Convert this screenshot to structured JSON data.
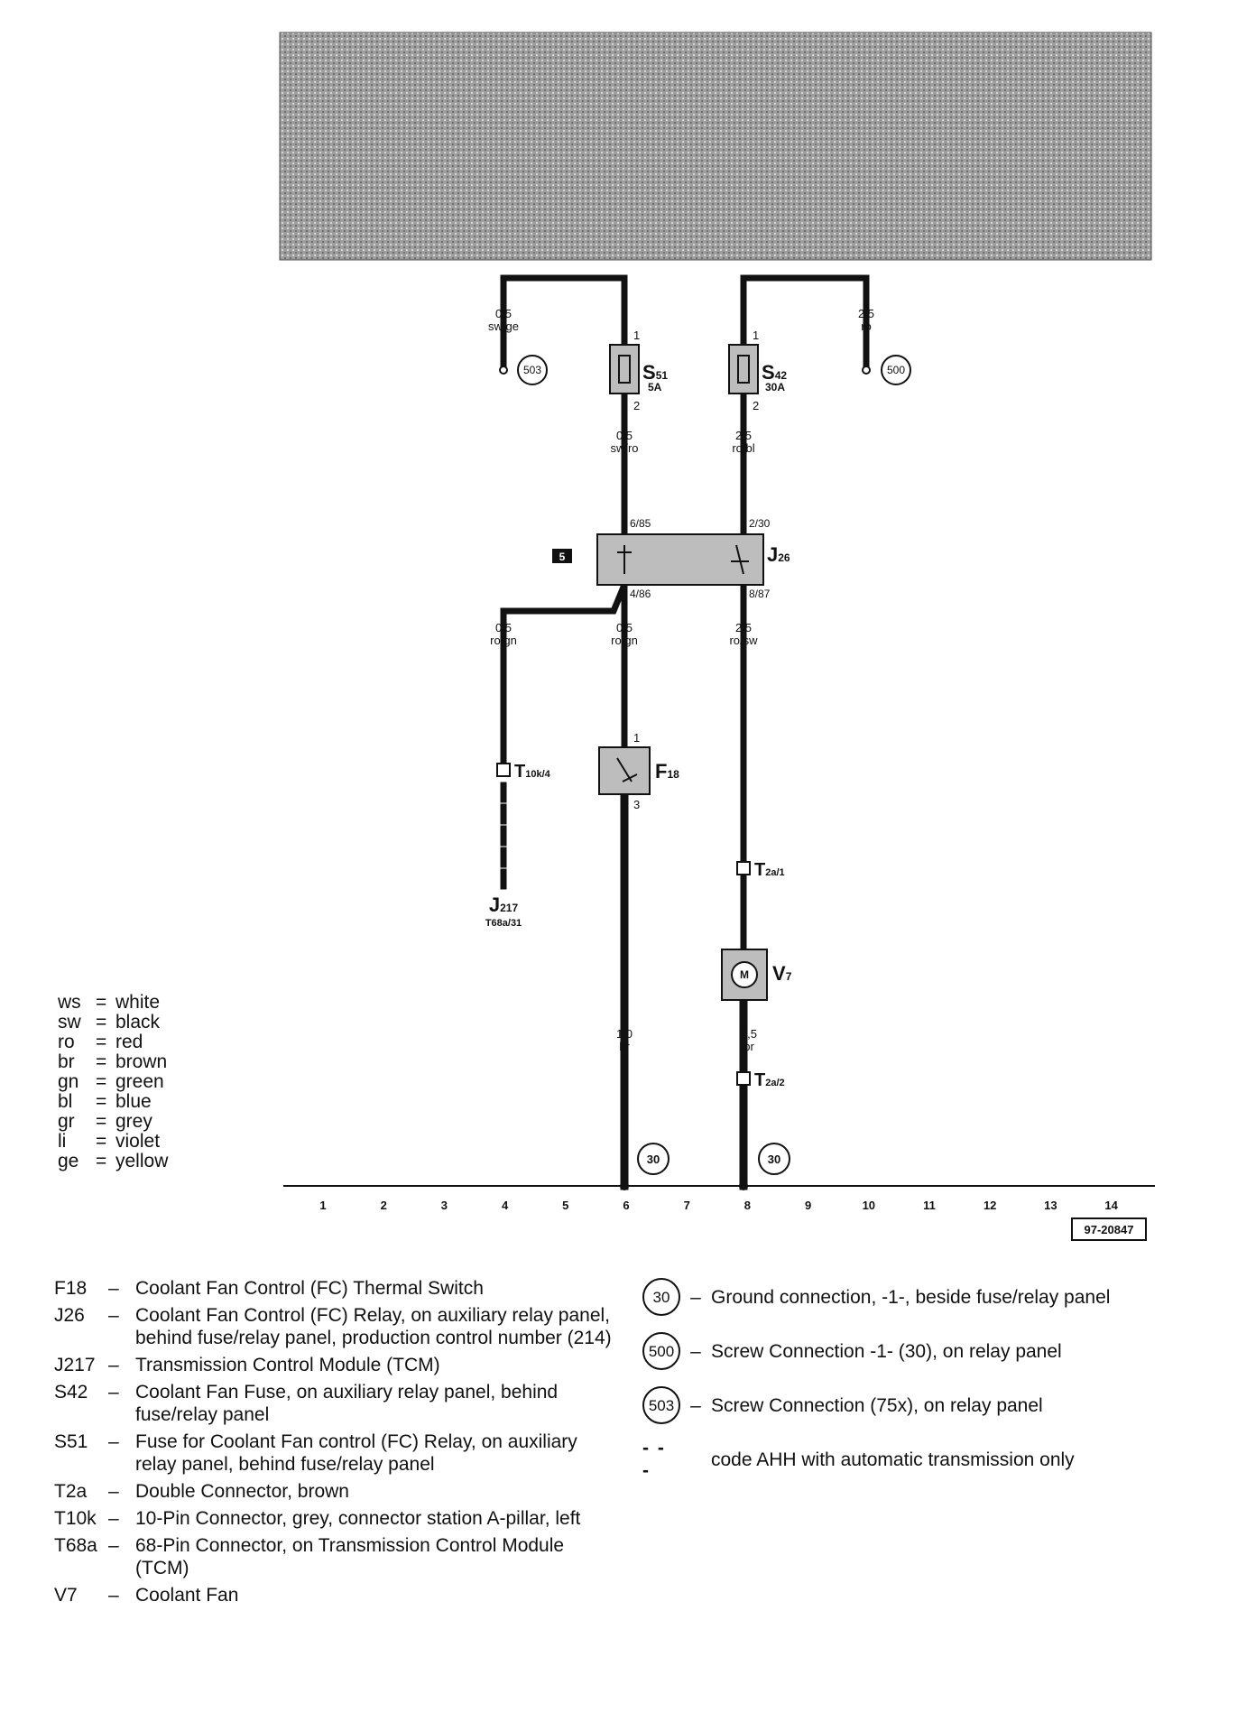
{
  "diagram": {
    "reference_number": "97-20847",
    "relay_location_number": "5",
    "components": {
      "S51": {
        "label": "S",
        "sub": "51",
        "rating": "5A"
      },
      "S42": {
        "label": "S",
        "sub": "42",
        "rating": "30A"
      },
      "J26": {
        "label": "J",
        "sub": "26"
      },
      "F18": {
        "label": "F",
        "sub": "18"
      },
      "V7": {
        "label": "V",
        "sub": "7"
      },
      "J217": {
        "label": "J",
        "sub": "217",
        "pin": "T68a/31"
      },
      "T10k4": {
        "label": "T",
        "sub": "10k/4"
      },
      "T2a1": {
        "label": "T",
        "sub": "2a/1"
      },
      "T2a2": {
        "label": "T",
        "sub": "2a/2"
      }
    },
    "pins": {
      "s51_top": "1",
      "s51_bottom": "2",
      "s42_top": "1",
      "s42_bottom": "2",
      "j26_in_left": "6/85",
      "j26_in_right": "2/30",
      "j26_out_left": "4/86",
      "j26_out_right": "8/87",
      "f18_top": "1",
      "f18_bottom": "3"
    },
    "wires": {
      "w1": {
        "gauge": "0,5",
        "color": "sw/ge"
      },
      "w2": {
        "gauge": "2,5",
        "color": "ro"
      },
      "w3": {
        "gauge": "0,5",
        "color": "sw/ro"
      },
      "w4": {
        "gauge": "2,5",
        "color": "ro/bl"
      },
      "w5": {
        "gauge": "0,5",
        "color": "ro/gn"
      },
      "w6": {
        "gauge": "0,5",
        "color": "ro/gn"
      },
      "w7": {
        "gauge": "2,5",
        "color": "ro/sw"
      },
      "w8": {
        "gauge": "1,0",
        "color": "br"
      },
      "w9": {
        "gauge": "2,5",
        "color": "br"
      }
    },
    "connections": {
      "c503": "503",
      "c500": "500",
      "ground_left": "30",
      "ground_right": "30"
    },
    "track_numbers": [
      "1",
      "2",
      "3",
      "4",
      "5",
      "6",
      "7",
      "8",
      "9",
      "10",
      "11",
      "12",
      "13",
      "14"
    ]
  },
  "color_codes": [
    {
      "code": "ws",
      "name": "white"
    },
    {
      "code": "sw",
      "name": "black"
    },
    {
      "code": "ro",
      "name": "red"
    },
    {
      "code": "br",
      "name": "brown"
    },
    {
      "code": "gn",
      "name": "green"
    },
    {
      "code": "bl",
      "name": "blue"
    },
    {
      "code": "gr",
      "name": "grey"
    },
    {
      "code": "li",
      "name": "violet"
    },
    {
      "code": "ge",
      "name": "yellow"
    }
  ],
  "parts": [
    {
      "code": "F18",
      "desc": "Coolant Fan Control (FC) Thermal Switch"
    },
    {
      "code": "J26",
      "desc": "Coolant Fan Control (FC) Relay, on auxiliary relay panel, behind fuse/relay panel, production control number (214)"
    },
    {
      "code": "J217",
      "desc": "Transmission Control Module (TCM)"
    },
    {
      "code": "S42",
      "desc": "Coolant Fan Fuse, on auxiliary relay panel, behind fuse/relay panel"
    },
    {
      "code": "S51",
      "desc": "Fuse for Coolant Fan control (FC) Relay, on auxiliary relay panel, behind fuse/relay panel"
    },
    {
      "code": "T2a",
      "desc": "Double Connector, brown"
    },
    {
      "code": "T10k",
      "desc": "10-Pin Connector, grey, connector station A-pillar, left"
    },
    {
      "code": "T68a",
      "desc": "68-Pin Connector, on Transmission Control Module (TCM)"
    },
    {
      "code": "V7",
      "desc": "Coolant Fan"
    }
  ],
  "symbols": [
    {
      "badge": "30",
      "desc": "Ground connection, -1-, beside fuse/relay panel"
    },
    {
      "badge": "500",
      "desc": "Screw Connection -1- (30), on relay panel"
    },
    {
      "badge": "503",
      "desc": "Screw Connection (75x), on relay panel"
    }
  ],
  "dashed_note": {
    "symbol": "- - -",
    "desc": "code AHH with automatic transmission only"
  }
}
